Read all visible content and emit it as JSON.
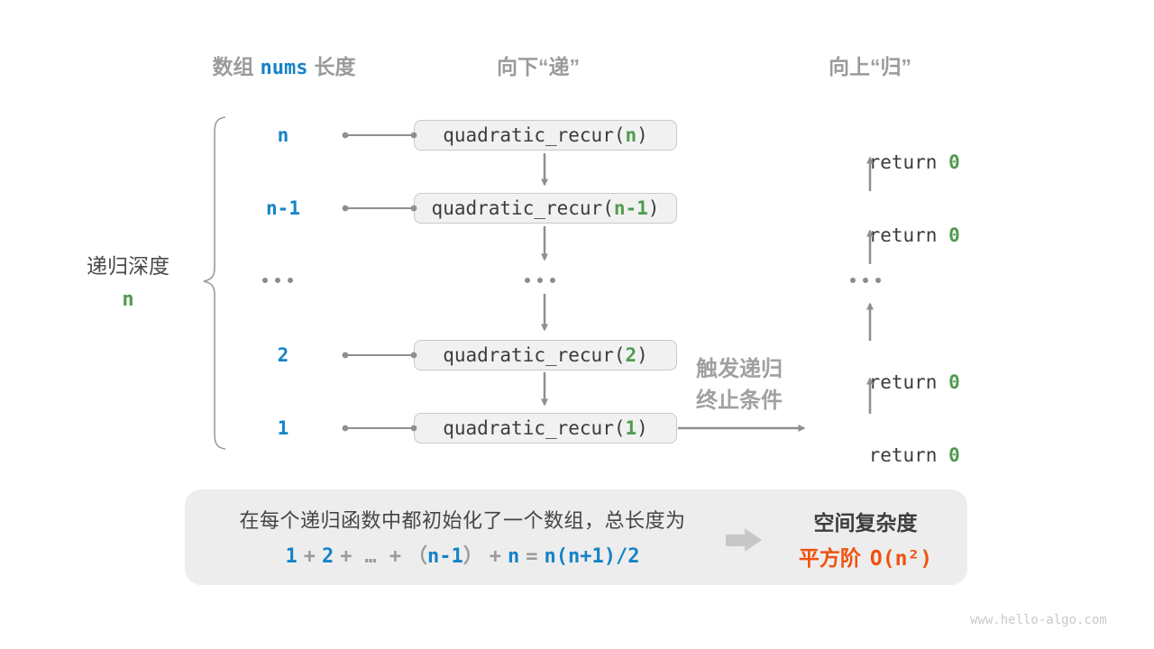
{
  "colors": {
    "blue": "#1583c8",
    "green": "#4f9b4f",
    "orange": "#ee5310",
    "gray_label": "#9b9b9b",
    "dark_text": "#3c3c3c",
    "line_gray": "#8f8f8f",
    "box_fill": "#f1f1f1",
    "box_border": "#c9c9c9",
    "panel_fill": "#ededed"
  },
  "headers": {
    "array_prefix": "数组",
    "array_code": "nums",
    "array_suffix": "长度",
    "downward": "向下“递”",
    "upward": "向上“归”"
  },
  "depth_brace": {
    "label": "递归深度",
    "value": "n"
  },
  "rows": [
    {
      "depth": "n",
      "param": "n"
    },
    {
      "depth": "n-1",
      "param": "n-1"
    },
    {
      "depth": "2",
      "param": "2"
    },
    {
      "depth": "1",
      "param": "1"
    }
  ],
  "call_box": {
    "fn": "quadratic_recur(",
    "close": ")"
  },
  "return_stmt": {
    "keyword": "return",
    "value": "0"
  },
  "base_case_note": {
    "line1": "触发递归",
    "line2": "终止条件"
  },
  "summary": {
    "sentence": "在每个递归函数中都初始化了一个数组，总长度为",
    "formula_tokens": [
      "1",
      "+",
      "2",
      "+",
      "…",
      "+",
      "（",
      "n-1",
      "）",
      "+",
      "n",
      "=",
      "n(n+1)/2"
    ],
    "complexity_title": "空间复杂度",
    "complexity_order": "平方阶",
    "complexity_notation": "O(n²)"
  },
  "watermark": "www.hello-algo.com"
}
